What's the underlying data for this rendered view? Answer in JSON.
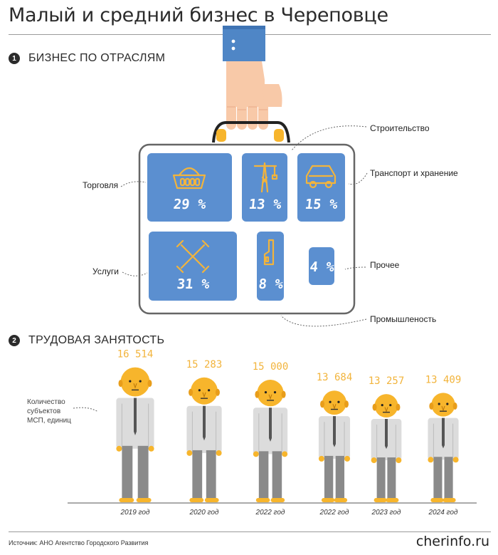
{
  "title": "Малый и средний бизнес в Череповце",
  "section1": {
    "number": "1",
    "label": "БИЗНЕС ПО ОТРАСЛЯМ"
  },
  "section2": {
    "number": "2",
    "label": "ТРУДОВАЯ ЗАНЯТОСТЬ"
  },
  "colors": {
    "box_blue": "#5b8fd0",
    "value_orange": "#f2b43c",
    "head_orange": "#f7b52c",
    "shirt_grey": "#dcdcdc",
    "pants_grey": "#8a8a8a",
    "hand": "#f8c9a8",
    "sleeve": "#4f86c6"
  },
  "chart_data": [
    {
      "type": "table",
      "title": "БИЗНЕС ПО ОТРАСЛЯМ",
      "categories": [
        "Торговля",
        "Строительство",
        "Транспорт и хранение",
        "Услуги",
        "Промышленость",
        "Прочее"
      ],
      "values": [
        29,
        13,
        15,
        31,
        8,
        4
      ],
      "value_labels": [
        "29 %",
        "13 %",
        "15 %",
        "31 %",
        "8 %",
        "4 %"
      ],
      "icons": [
        "basket-icon",
        "crane-icon",
        "car-icon",
        "tools-icon",
        "factory-icon",
        ""
      ]
    },
    {
      "type": "bar",
      "title": "ТРУДОВАЯ ЗАНЯТОСТЬ",
      "ylabel": "Количество субъектов МСП, единиц",
      "categories": [
        "2019 год",
        "2020 год",
        "2022 год",
        "2022 год",
        "2023 год",
        "2024 год"
      ],
      "values": [
        16514,
        15283,
        15000,
        13684,
        13257,
        13409
      ],
      "value_labels": [
        "16 514",
        "15 283",
        "15 000",
        "13 684",
        "13 257",
        "13 409"
      ]
    }
  ],
  "footer": {
    "source": "Источник: АНО Агентство Городского Развития",
    "brand": "cherinfo.ru"
  }
}
